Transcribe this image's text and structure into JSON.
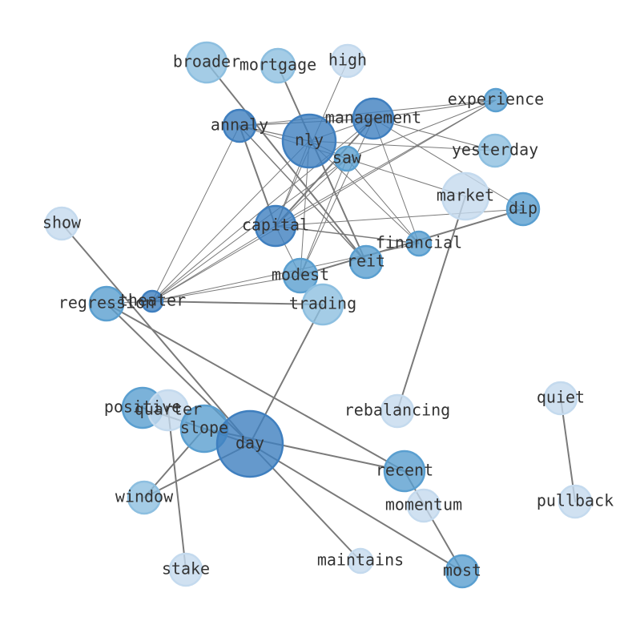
{
  "nodes": [
    {
      "id": "broader",
      "label": "broader",
      "tone": "mid"
    },
    {
      "id": "mortgage",
      "label": "mortgage",
      "tone": "mid"
    },
    {
      "id": "high",
      "label": "high",
      "tone": "light"
    },
    {
      "id": "experience",
      "label": "experience",
      "tone": "strong"
    },
    {
      "id": "management",
      "label": "management",
      "tone": "dark"
    },
    {
      "id": "annaly",
      "label": "annaly",
      "tone": "dark"
    },
    {
      "id": "nly",
      "label": "nly",
      "tone": "dark"
    },
    {
      "id": "yesterday",
      "label": "yesterday",
      "tone": "mid"
    },
    {
      "id": "saw",
      "label": "saw",
      "tone": "strong"
    },
    {
      "id": "market",
      "label": "market",
      "tone": "light"
    },
    {
      "id": "dip",
      "label": "dip",
      "tone": "strong"
    },
    {
      "id": "show",
      "label": "show",
      "tone": "light"
    },
    {
      "id": "capital",
      "label": "capital",
      "tone": "dark"
    },
    {
      "id": "financial",
      "label": "financial",
      "tone": "strong"
    },
    {
      "id": "reit",
      "label": "reit",
      "tone": "strong"
    },
    {
      "id": "modest",
      "label": "modest",
      "tone": "strong"
    },
    {
      "id": "regression",
      "label": "regression",
      "tone": "strong"
    },
    {
      "id": "theater",
      "label": "theater",
      "tone": "dark"
    },
    {
      "id": "trading",
      "label": "trading",
      "tone": "mid"
    },
    {
      "id": "rebalancing",
      "label": "rebalancing",
      "tone": "light"
    },
    {
      "id": "quiet",
      "label": "quiet",
      "tone": "light"
    },
    {
      "id": "positive",
      "label": "positive",
      "tone": "strong"
    },
    {
      "id": "quarter",
      "label": "quarter",
      "tone": "light"
    },
    {
      "id": "slope",
      "label": "slope",
      "tone": "strong"
    },
    {
      "id": "day",
      "label": "day",
      "tone": "dark"
    },
    {
      "id": "recent",
      "label": "recent",
      "tone": "strong"
    },
    {
      "id": "momentum",
      "label": "momentum",
      "tone": "light"
    },
    {
      "id": "pullback",
      "label": "pullback",
      "tone": "light"
    },
    {
      "id": "window",
      "label": "window",
      "tone": "mid"
    },
    {
      "id": "maintains",
      "label": "maintains",
      "tone": "light"
    },
    {
      "id": "most",
      "label": "most",
      "tone": "strong"
    },
    {
      "id": "stake",
      "label": "stake",
      "tone": "light"
    }
  ],
  "edges": [
    [
      "broader",
      "reit",
      2
    ],
    [
      "mortgage",
      "reit",
      2
    ],
    [
      "high",
      "capital",
      1
    ],
    [
      "annaly",
      "nly",
      1.2
    ],
    [
      "annaly",
      "management",
      1.2
    ],
    [
      "annaly",
      "saw",
      1
    ],
    [
      "annaly",
      "experience",
      1
    ],
    [
      "annaly",
      "capital",
      2
    ],
    [
      "annaly",
      "reit",
      1.5
    ],
    [
      "annaly",
      "theater",
      1
    ],
    [
      "nly",
      "management",
      1
    ],
    [
      "nly",
      "saw",
      1
    ],
    [
      "nly",
      "yesterday",
      1
    ],
    [
      "nly",
      "financial",
      1
    ],
    [
      "nly",
      "modest",
      1
    ],
    [
      "nly",
      "theater",
      1
    ],
    [
      "nly",
      "capital",
      1
    ],
    [
      "management",
      "experience",
      1
    ],
    [
      "management",
      "capital",
      2
    ],
    [
      "management",
      "theater",
      1
    ],
    [
      "management",
      "financial",
      1
    ],
    [
      "management",
      "dip",
      1
    ],
    [
      "management",
      "modest",
      1
    ],
    [
      "management",
      "yesterday",
      1
    ],
    [
      "experience",
      "saw",
      1
    ],
    [
      "experience",
      "capital",
      1
    ],
    [
      "experience",
      "theater",
      1
    ],
    [
      "saw",
      "market",
      1
    ],
    [
      "saw",
      "financial",
      1
    ],
    [
      "saw",
      "theater",
      1
    ],
    [
      "saw",
      "capital",
      1
    ],
    [
      "saw",
      "modest",
      1
    ],
    [
      "capital",
      "dip",
      1
    ],
    [
      "capital",
      "financial",
      1.5
    ],
    [
      "capital",
      "theater",
      1
    ],
    [
      "capital",
      "modest",
      1
    ],
    [
      "theater",
      "modest",
      1
    ],
    [
      "theater",
      "financial",
      1
    ],
    [
      "theater",
      "trading",
      2
    ],
    [
      "modest",
      "dip",
      2
    ],
    [
      "market",
      "rebalancing",
      2
    ],
    [
      "show",
      "day",
      2
    ],
    [
      "regression",
      "day",
      2
    ],
    [
      "regression",
      "recent",
      2
    ],
    [
      "regression",
      "theater",
      1
    ],
    [
      "trading",
      "day",
      2
    ],
    [
      "quiet",
      "pullback",
      2
    ],
    [
      "positive",
      "day",
      2
    ],
    [
      "quarter",
      "stake",
      2
    ],
    [
      "slope",
      "window",
      2
    ],
    [
      "slope",
      "recent",
      2
    ],
    [
      "day",
      "window",
      2
    ],
    [
      "day",
      "maintains",
      2
    ],
    [
      "day",
      "most",
      2
    ],
    [
      "recent",
      "most",
      2
    ]
  ],
  "colors": {
    "dark": "#3f7fbf",
    "strong": "#5a9fd0",
    "mid": "#8dbfe0",
    "light": "#c4daee",
    "edge": "#7a7a7a",
    "label": "#333333"
  }
}
